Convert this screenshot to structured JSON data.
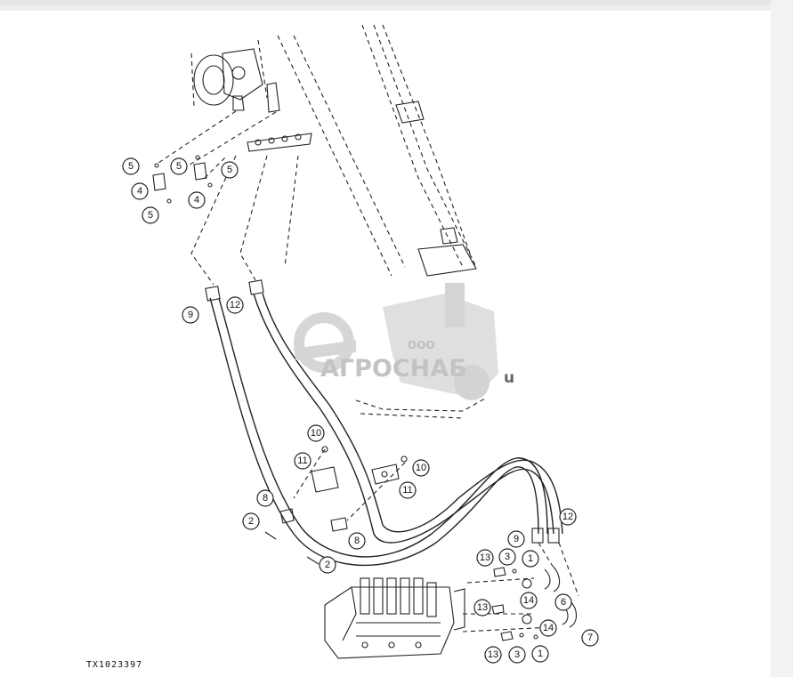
{
  "figure_id": "TX1023397",
  "watermark": {
    "company_prefix": "ООО",
    "company_name": "АГРОСНАБ",
    "suffix": "u"
  },
  "callouts": [
    {
      "id": "c1",
      "label": "5"
    },
    {
      "id": "c2",
      "label": "5"
    },
    {
      "id": "c3",
      "label": "5"
    },
    {
      "id": "c4",
      "label": "5"
    },
    {
      "id": "c5",
      "label": "4"
    },
    {
      "id": "c6",
      "label": "4"
    },
    {
      "id": "c7",
      "label": "9"
    },
    {
      "id": "c8",
      "label": "12"
    },
    {
      "id": "c9",
      "label": "10"
    },
    {
      "id": "c10",
      "label": "11"
    },
    {
      "id": "c11",
      "label": "10"
    },
    {
      "id": "c12",
      "label": "11"
    },
    {
      "id": "c13",
      "label": "8"
    },
    {
      "id": "c14",
      "label": "2"
    },
    {
      "id": "c15",
      "label": "8"
    },
    {
      "id": "c16",
      "label": "2"
    },
    {
      "id": "c17",
      "label": "9"
    },
    {
      "id": "c18",
      "label": "12"
    },
    {
      "id": "c19",
      "label": "13"
    },
    {
      "id": "c20",
      "label": "3"
    },
    {
      "id": "c21",
      "label": "1"
    },
    {
      "id": "c22",
      "label": "14"
    },
    {
      "id": "c23",
      "label": "6"
    },
    {
      "id": "c24",
      "label": "13"
    },
    {
      "id": "c25",
      "label": "14"
    },
    {
      "id": "c26",
      "label": "7"
    },
    {
      "id": "c27",
      "label": "13"
    },
    {
      "id": "c28",
      "label": "3"
    },
    {
      "id": "c29",
      "label": "1"
    }
  ],
  "colors": {
    "line": "#222222",
    "watermark": "#d2d2d2",
    "watermark_dark": "#b8b8b8"
  }
}
